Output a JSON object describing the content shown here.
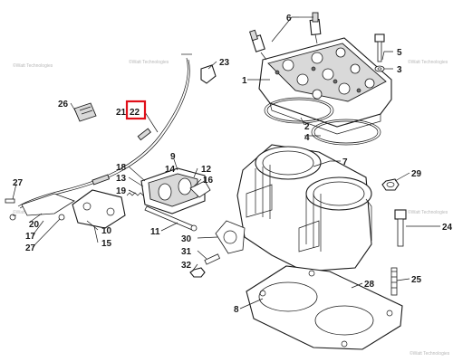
{
  "watermark": "©Watt Technologies",
  "highlight_color": "#e0101a",
  "callouts": {
    "c1": "1",
    "c2": "2",
    "c4": "4",
    "c5": "5",
    "c3": "3",
    "c6": "6",
    "c7": "7",
    "c8": "8",
    "c9": "9",
    "c10": "10",
    "c11": "11",
    "c12": "12",
    "c13": "13",
    "c14": "14",
    "c15": "15",
    "c16": "16",
    "c17": "17",
    "c18": "18",
    "c19": "19",
    "c20": "20",
    "c21": "21",
    "c22": "22",
    "c23": "23",
    "c24": "24",
    "c25": "25",
    "c26": "26",
    "c27a": "27",
    "c27b": "27",
    "c28": "28",
    "c29": "29",
    "c30": "30",
    "c31": "31",
    "c32": "32"
  }
}
